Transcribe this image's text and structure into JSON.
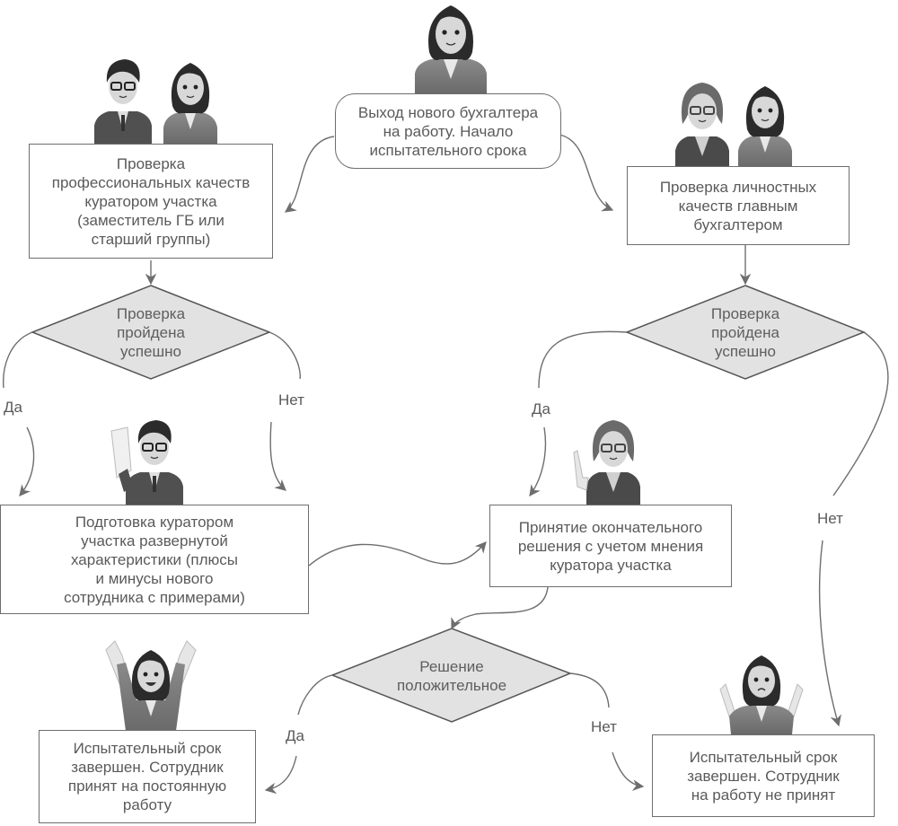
{
  "colors": {
    "line": "#6e6e6e",
    "decision_fill": "#e2e2e2",
    "text": "#5a5a5a",
    "suit_dark": "#4a4a4a",
    "suit_light": "#7c7c7c",
    "hair": "#2b2b2b",
    "hair_grey": "#666666",
    "skin": "#d6d6d6"
  },
  "nodes": {
    "start": "Выход нового бухгалтера\nна работу. Начало\nиспытательного срока",
    "prof_check": "Проверка\nпрофессиональных качеств\nкуратором участка\n(заместитель ГБ или\nстарший группы)",
    "personal_check": "Проверка личностных\nкачеств главным\nбухгалтером",
    "characteristic": "Подготовка куратором\nучастка развернутой\nхарактеристики (плюсы\nи минусы нового\nсотрудника с примерами)",
    "final_decision": "Принятие окончательного\nрешения с учетом мнения\nкуратора участка",
    "accepted": "Испытательный срок\nзавершен. Сотрудник\nпринят на постоянную\nработу",
    "rejected": "Испытательный срок\nзавершен. Сотрудник\nна работу не принят"
  },
  "decisions": {
    "left_check": "Проверка\nпройдена\nуспешно",
    "right_check": "Проверка\nпройдена\nуспешно",
    "final": "Решение\nположительное"
  },
  "edge_labels": {
    "left_yes": "Да",
    "left_no": "Нет",
    "right_yes": "Да",
    "right_no": "Нет",
    "final_yes": "Да",
    "final_no": "Нет"
  },
  "figures": [
    {
      "id": "new-accountant-top",
      "role": "new accountant",
      "pose": "neutral"
    },
    {
      "id": "curator-left",
      "role": "curator",
      "pose": "neutral"
    },
    {
      "id": "new-accountant-left",
      "role": "new accountant",
      "pose": "neutral"
    },
    {
      "id": "chief-accountant-right",
      "role": "chief accountant",
      "pose": "neutral"
    },
    {
      "id": "new-accountant-right",
      "role": "new accountant",
      "pose": "neutral"
    },
    {
      "id": "curator-with-paper",
      "role": "curator",
      "pose": "holding paper"
    },
    {
      "id": "chief-pointing",
      "role": "chief accountant",
      "pose": "pointing up"
    },
    {
      "id": "new-accountant-happy",
      "role": "new accountant",
      "pose": "arms raised"
    },
    {
      "id": "new-accountant-sad",
      "role": "new accountant",
      "pose": "shrugging"
    }
  ]
}
